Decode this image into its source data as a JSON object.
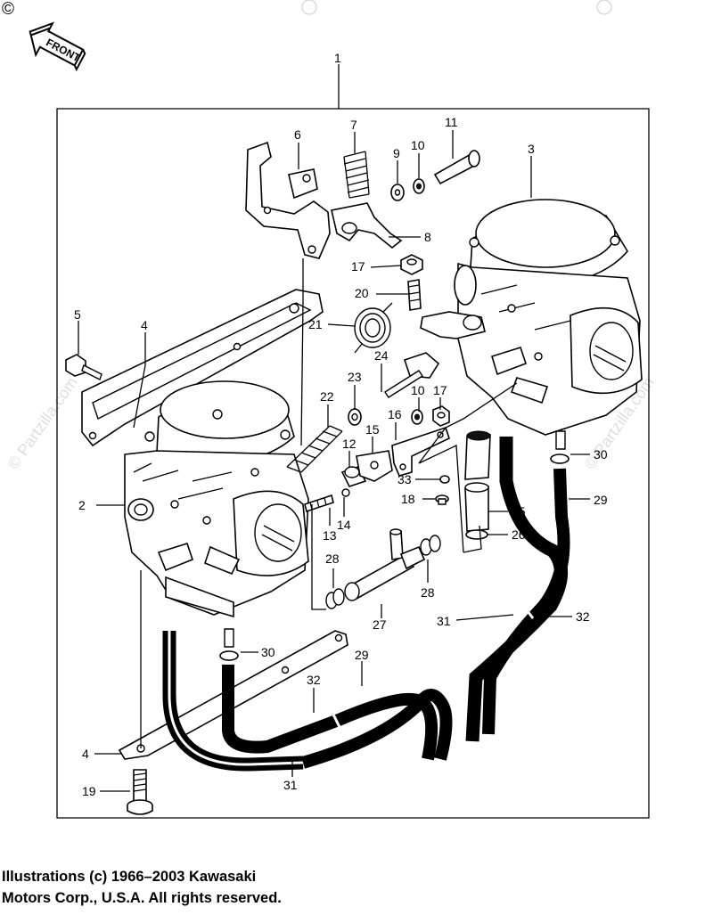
{
  "copyright_symbol": "©",
  "watermark": "© Partzilla.com",
  "front_label": "FRONT",
  "caption": {
    "line1": "Illustrations (c) 1966–2003 Kawasaki",
    "line2": "Motors Corp., U.S.A.  All rights reserved."
  },
  "callouts": {
    "c1": "1",
    "c2": "2",
    "c3": "3",
    "c4a": "4",
    "c4b": "4",
    "c5": "5",
    "c6": "6",
    "c7": "7",
    "c8": "8",
    "c9": "9",
    "c10a": "10",
    "c10b": "10",
    "c11": "11",
    "c12": "12",
    "c13": "13",
    "c14": "14",
    "c15": "15",
    "c16": "16",
    "c17a": "17",
    "c17b": "17",
    "c18": "18",
    "c19": "19",
    "c20": "20",
    "c21": "21",
    "c22": "22",
    "c23": "23",
    "c24": "24",
    "c25": "25",
    "c26": "26",
    "c27": "27",
    "c28a": "28",
    "c28b": "28",
    "c29a": "29",
    "c29b": "29",
    "c30a": "30",
    "c30b": "30",
    "c31a": "31",
    "c31b": "31",
    "c32a": "32",
    "c32b": "32",
    "c33": "33"
  }
}
